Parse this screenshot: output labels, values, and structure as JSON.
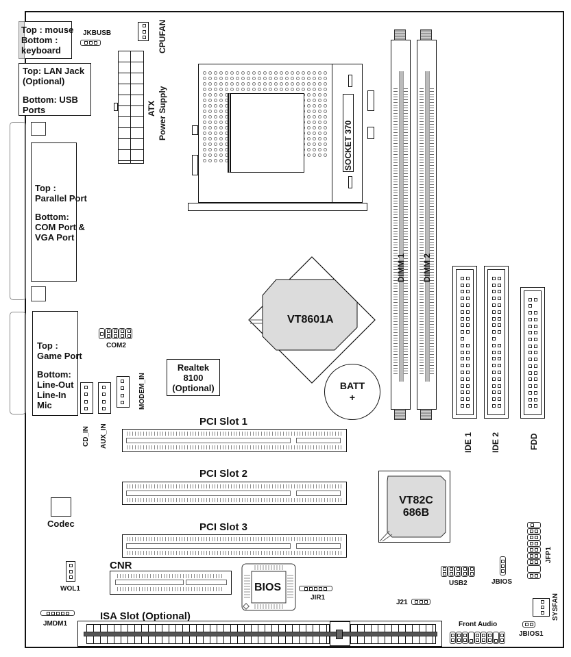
{
  "diagram": {
    "title": "Motherboard Layout",
    "back_panel": {
      "ps2": {
        "label_line1": "Top : mouse",
        "label_line2": "Bottom :",
        "label_line3": "keyboard"
      },
      "lan_usb": {
        "label_line1": "Top: LAN Jack",
        "label_line2": "(Optional)",
        "label_line3": "Bottom: USB",
        "label_line4": "Ports"
      },
      "parallel": {
        "label_line1": "Top :",
        "label_line2": "Parallel Port",
        "label_line3": "Bottom:",
        "label_line4": "COM Port &",
        "label_line5": "VGA Port"
      },
      "game_audio": {
        "label_line1": "Top :",
        "label_line2": "Game Port",
        "label_line3": "Bottom:",
        "label_line4": "Line-Out",
        "label_line5": "Line-In",
        "label_line6": "Mic"
      }
    },
    "headers": {
      "jkbusb": "JKBUSB",
      "cpufan": "CPUFAN",
      "atx_line1": "ATX",
      "atx_line2": "Power Supply",
      "com2": "COM2",
      "cd_in": "CD_IN",
      "aux_in": "AUX_IN",
      "modem_in": "MODEM_IN",
      "wol1": "WOL1",
      "jmdm1": "JMDM1",
      "jir1": "JIR1",
      "j21": "J21",
      "usb2": "USB2",
      "jbios": "JBIOS",
      "jfp1": "JFP1",
      "sysfan": "SYSFAN",
      "jbios1": "JBIOS1",
      "front_audio": "Front Audio"
    },
    "chips": {
      "socket": "SOCKET 370",
      "northbridge": "VT8601A",
      "southbridge_line1": "VT82C",
      "southbridge_line2": "686B",
      "bios": "BIOS",
      "battery_line1": "BATT",
      "battery_line2": "+",
      "realtek_line1": "Realtek",
      "realtek_line2": "8100",
      "realtek_line3": "(Optional)",
      "codec": "Codec"
    },
    "memory": {
      "dimm1": "DIMM 1",
      "dimm2": "DIMM 2"
    },
    "drives": {
      "ide1": "IDE 1",
      "ide2": "IDE 2",
      "fdd": "FDD"
    },
    "slots": {
      "pci1": "PCI Slot 1",
      "pci2": "PCI Slot 2",
      "pci3": "PCI Slot 3",
      "cnr": "CNR",
      "isa": "ISA Slot (Optional)"
    }
  }
}
